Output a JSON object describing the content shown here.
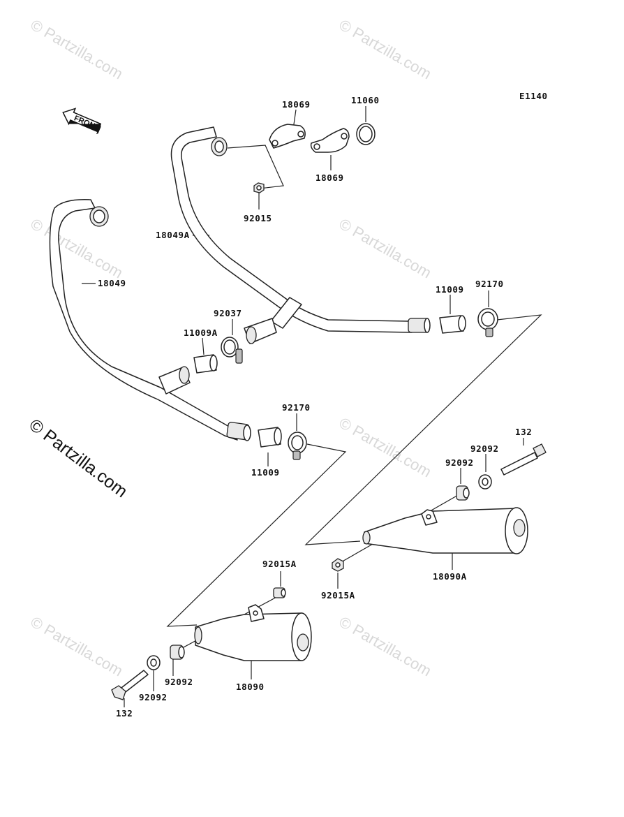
{
  "diagram": {
    "code": "E1140",
    "front_label": "FRONT",
    "watermark": "© Partzilla.com",
    "watermark_main": "© Partzilla.com",
    "labels": {
      "p18069_top": "18069",
      "p11060": "11060",
      "p18069_bot": "18069",
      "p92015": "92015",
      "p18049A": "18049A",
      "p18049": "18049",
      "p11009_right": "11009",
      "p92170_right": "92170",
      "p92037": "92037",
      "p11009A": "11009A",
      "p92170_left": "92170",
      "p11009_left": "11009",
      "p132_right": "132",
      "p92092_r1": "92092",
      "p92092_r2": "92092",
      "p18090A": "18090A",
      "p92015A_right": "92015A",
      "p92015A_left": "92015A",
      "p18090": "18090",
      "p92092_l1": "92092",
      "p92092_l2": "92092",
      "p132_left": "132"
    }
  }
}
